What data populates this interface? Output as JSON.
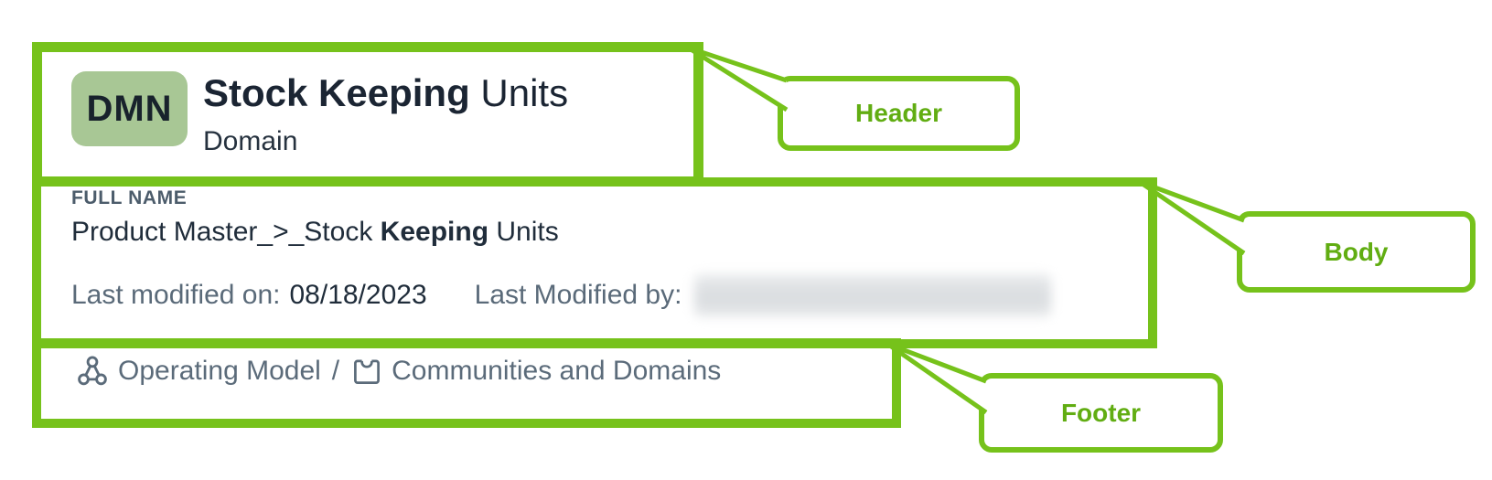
{
  "card": {
    "header": {
      "badge": "DMN",
      "title_bold": "Stock Keeping",
      "title_regular": " Units",
      "subtitle": "Domain"
    },
    "body": {
      "full_name_label": "FULL NAME",
      "full_name_pre": "Product Master_>_Stock ",
      "full_name_bold": "Keeping",
      "full_name_post": " Units",
      "last_modified_on_label": "Last modified on:",
      "last_modified_on_value": "08/18/2023",
      "last_modified_by_label": "Last Modified by:"
    },
    "footer": {
      "breadcrumb_1": "Operating Model",
      "separator": "/",
      "breadcrumb_2": "Communities and Domains",
      "icon_1": "community-icon",
      "icon_2": "domain-icon"
    }
  },
  "annotations": {
    "header_label": "Header",
    "body_label": "Body",
    "footer_label": "Footer",
    "accent_color": "#76c21b"
  },
  "colors": {
    "badge_bg": "#a8c795",
    "title_text": "#1b2533",
    "muted_text": "#5a6a79",
    "dark_text": "#1f2c3a",
    "label_text": "#4c5c6b"
  }
}
